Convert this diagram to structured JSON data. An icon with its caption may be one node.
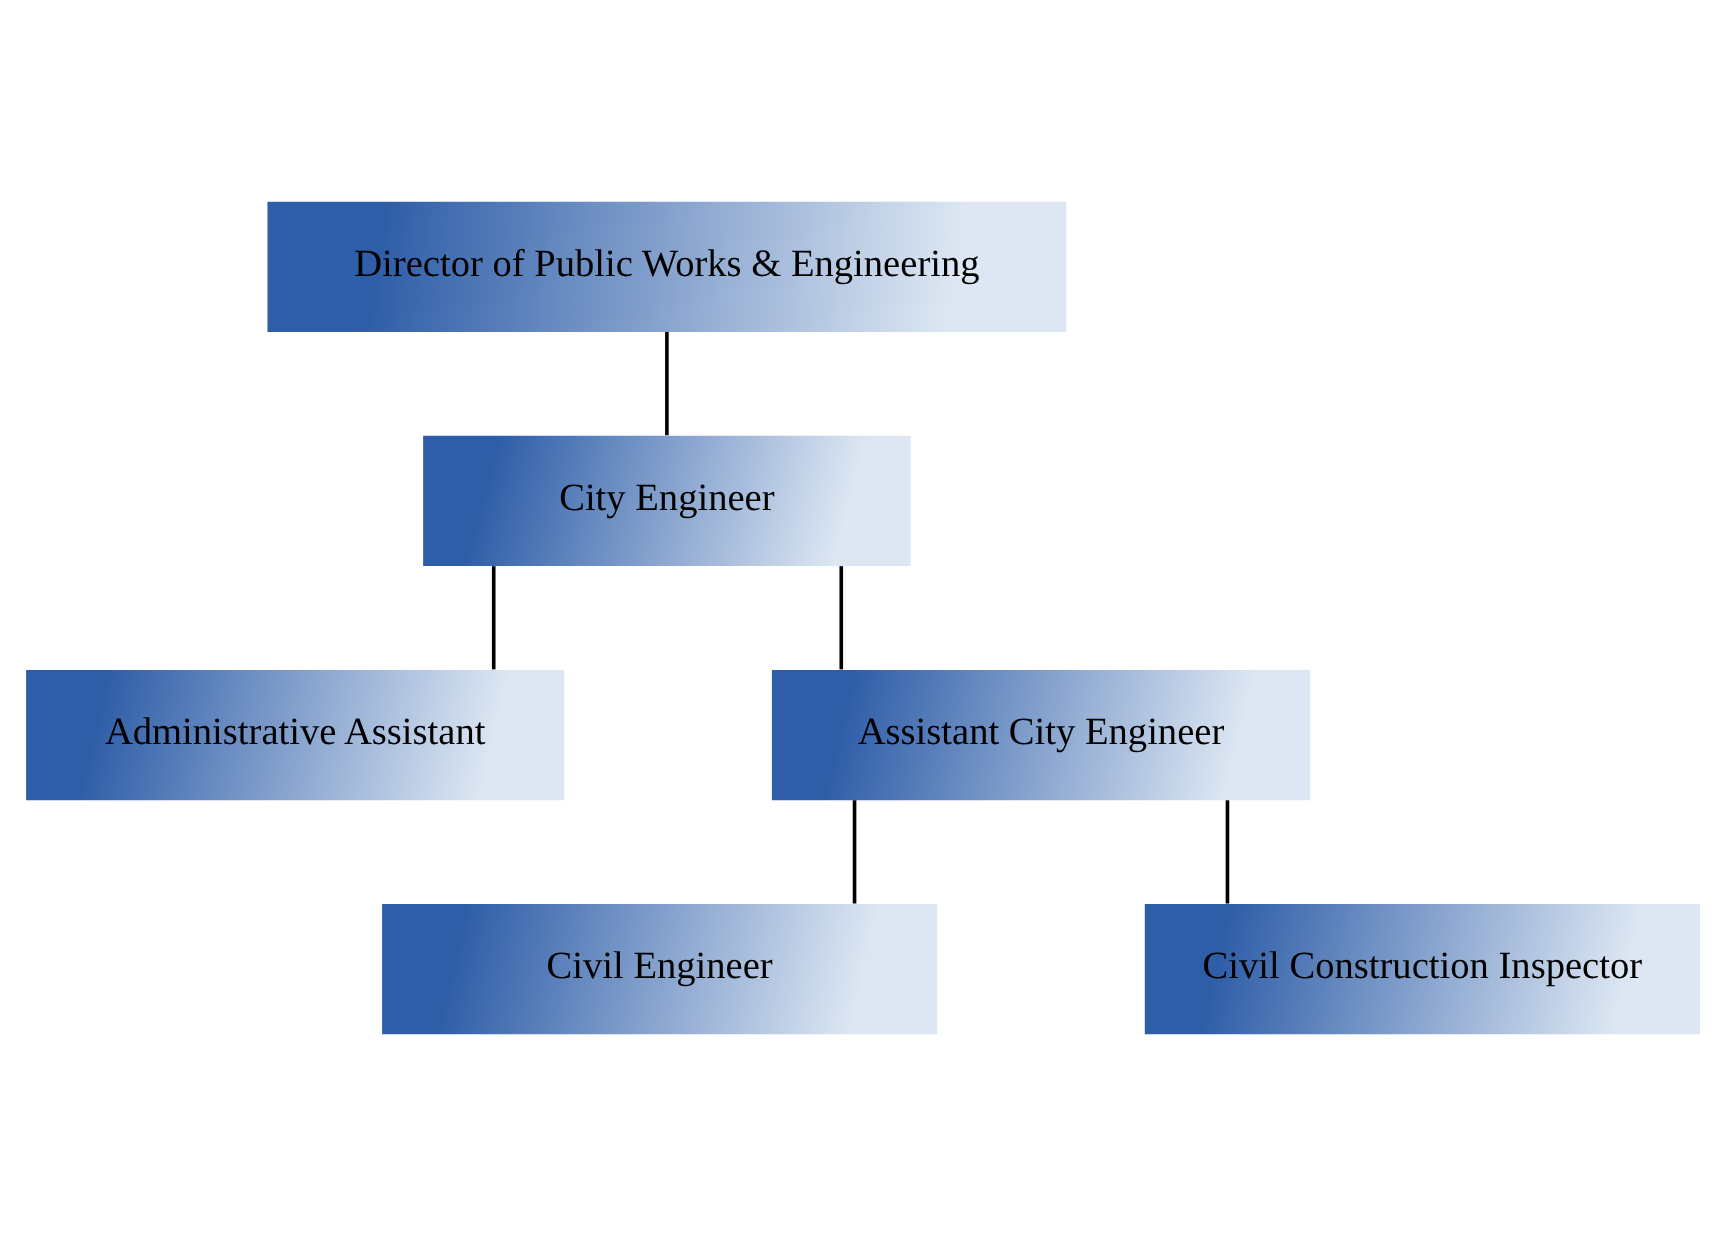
{
  "diagram": {
    "nodes": [
      {
        "text": [
          "Director of Public Works & Engineering"
        ]
      },
      {
        "text": [
          "City Engineer"
        ]
      },
      {
        "text": [
          "Administrative Assistant"
        ]
      },
      {
        "text": [
          "Assistant City Engineer"
        ]
      },
      {
        "text": [
          "Civil Engineer"
        ]
      },
      {
        "text": [
          "Civil Construction Inspector"
        ]
      }
    ],
    "edges": [
      {
        "from": 0,
        "to": 1,
        "arrow": "none"
      },
      {
        "from": 1,
        "to": 2,
        "arrow": "none"
      },
      {
        "from": 1,
        "to": 3,
        "arrow": "none"
      },
      {
        "from": 3,
        "to": 4,
        "arrow": "none"
      },
      {
        "from": 3,
        "to": 5,
        "arrow": "none"
      }
    ]
  }
}
